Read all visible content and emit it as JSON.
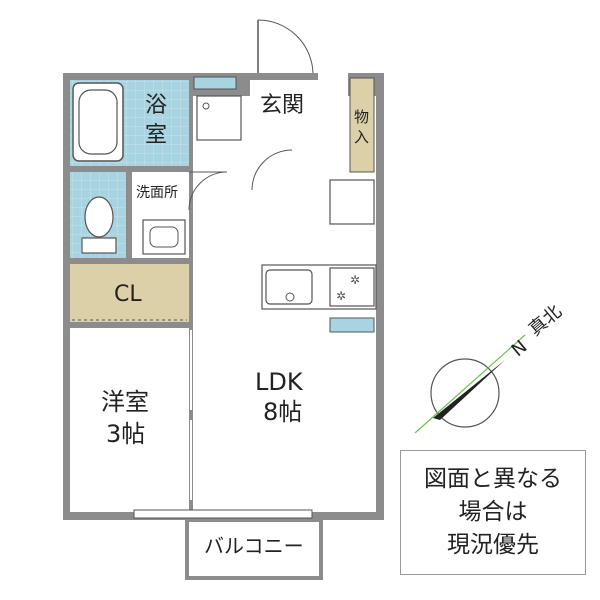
{
  "rooms": {
    "bath": {
      "line1": "浴",
      "line2": "室"
    },
    "entrance": "玄関",
    "storage": {
      "line1": "物",
      "line2": "入"
    },
    "washroom": "洗面所",
    "closet": "CL",
    "western_room": {
      "name": "洋室",
      "size": "3帖"
    },
    "ldk": {
      "name": "LDK",
      "size": "8帖"
    },
    "balcony": "バルコニー"
  },
  "compass": {
    "true_north": "真北",
    "north": "N"
  },
  "note": {
    "line1": "図面と異なる",
    "line2": "場合は",
    "line3": "現況優先"
  },
  "colors": {
    "wall": "#8c8c8c",
    "tile": "#a8d3e0",
    "closet": "#dcd0a8",
    "floor": "#ffffff",
    "compass_green": "#6cc04a"
  }
}
